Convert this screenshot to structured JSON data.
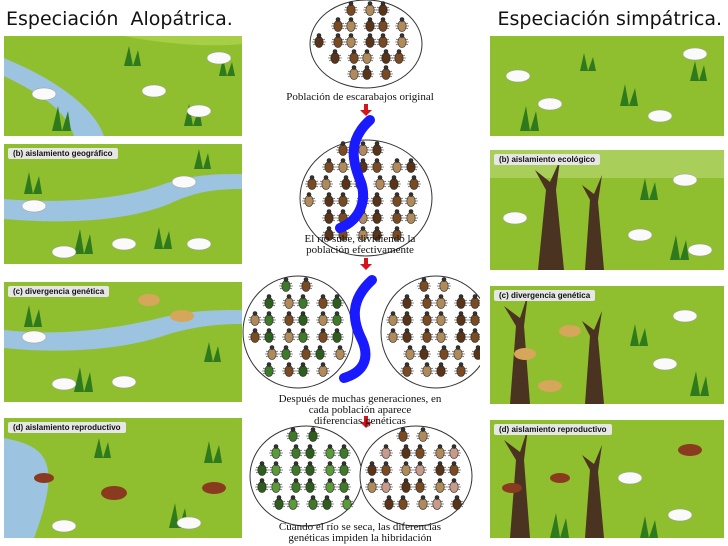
{
  "titles": {
    "left": "Especiación  Alopátrica.",
    "right": "Especiación simpátrica."
  },
  "left_panels": [
    {
      "label": ""
    },
    {
      "label": "(b) aislamiento geográfico"
    },
    {
      "label": "(c) divergencia genética"
    },
    {
      "label": "(d) aislamiento reproductivo"
    }
  ],
  "right_panels": [
    {
      "label": ""
    },
    {
      "label": "(b) aislamiento ecológico"
    },
    {
      "label": "(c) divergencia genética"
    },
    {
      "label": "(d) aislamiento reproductivo"
    }
  ],
  "captions": {
    "c1": "Población de escarabajos original",
    "c2": "El río sube, dividiendo la\npoblación efectivamente",
    "c3": "Después de muchas generaciones, en\ncada población aparece\ndiferencias genéticas",
    "c4": "Cuando el río se seca, las diferencias\ngenéticas impiden la hibridación"
  },
  "colors": {
    "grass": "#8fbf2e",
    "river": "#9cc3df",
    "river_barrier": "#1a1aff",
    "arrow": "#d4141c",
    "beetle_brown": "#7a4a22",
    "beetle_green": "#3f7a2a",
    "beetle_tan": "#b08a5a"
  }
}
